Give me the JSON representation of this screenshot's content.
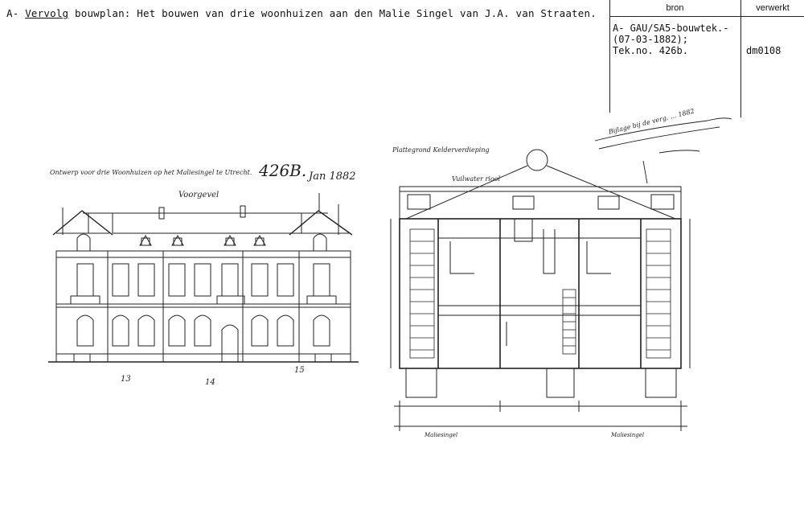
{
  "header": {
    "prefix": "A- ",
    "underlined": "Vervolg",
    "rest": " bouwplan: Het bouwen van drie woonhuizen aan den Malie Singel van J.A. van Straaten."
  },
  "meta_table": {
    "col1_header": "bron",
    "col2_header": "verwerkt",
    "source_lines": [
      "A- GAU/SA5-bouwtek.-",
      "(07-03-1882);",
      "Tek.no. 426b."
    ],
    "processed": "dm0108"
  },
  "elevation": {
    "caption": "Ontwerp voor drie Woonhuizen op het Maliesingel te Utrecht.",
    "number": "426B.",
    "date": "Jan 1882",
    "facade_label": "Voorgevel",
    "house_numbers": [
      "13",
      "14",
      "15"
    ]
  },
  "plan": {
    "caption": "Plattegrond Kelderverdieping",
    "drain_label": "Vuilwater riool",
    "street_left": "Maliesingel",
    "street_right": "Maliesingel"
  },
  "stamp": {
    "text": "Bijlage bij de verg. ... 1882"
  }
}
